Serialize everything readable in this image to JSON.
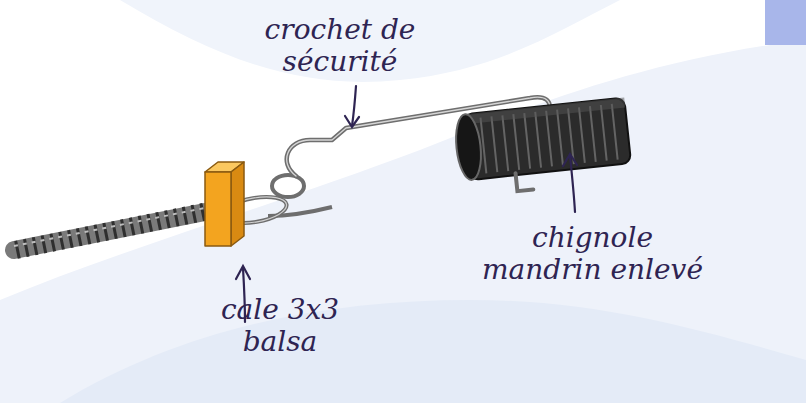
{
  "diagram": {
    "labels": [
      "crochet de sécurité",
      "chignole mandrin enlevé",
      "cale 3x3 balsa"
    ]
  }
}
